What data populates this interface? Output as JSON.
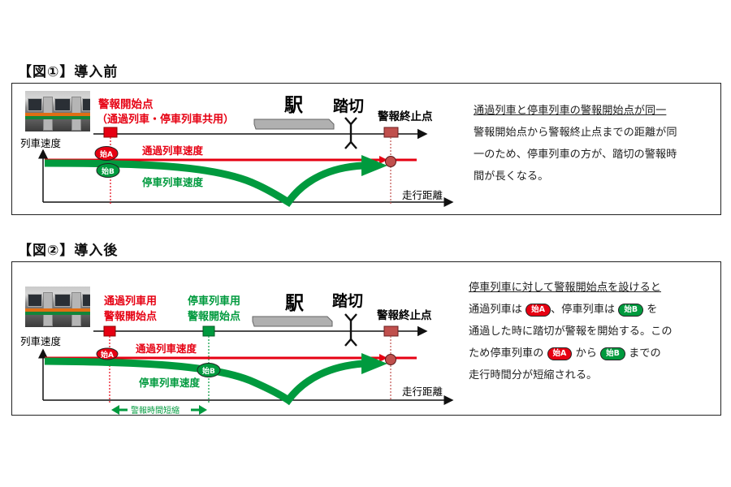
{
  "fig1": {
    "title": "【図①】導入前",
    "station": "駅",
    "crossing": "踏切",
    "alarm_start_line1": "警報開始点",
    "alarm_start_line2": "（通過列車・停車列車共用）",
    "alarm_end": "警報終止点",
    "y_axis": "列車速度",
    "x_axis": "走行距離",
    "badge_a": "始A",
    "badge_b": "始B",
    "pass_speed": "通過列車速度",
    "stop_speed": "停車列車速度",
    "desc_lines": [
      "通過列車と停車列車の警報開始点が同一",
      "警報開始点から警報終止点までの距離が同",
      "一のため、停車列車の方が、踏切の警報時",
      "間が長くなる。"
    ]
  },
  "fig2": {
    "title": "【図②】導入後",
    "station": "駅",
    "crossing": "踏切",
    "pass_alarm_line1": "通過列車用",
    "pass_alarm_line2": "警報開始点",
    "stop_alarm_line1": "停車列車用",
    "stop_alarm_line2": "警報開始点",
    "alarm_end": "警報終止点",
    "y_axis": "列車速度",
    "x_axis": "走行距離",
    "badge_a": "始A",
    "badge_b": "始B",
    "pass_speed": "通過列車速度",
    "stop_speed": "停車列車速度",
    "shortened": "警報時間短縮",
    "desc": {
      "line1": "停車列車に対して警報開始点を設けると",
      "line2_a": "通過列車は",
      "line2_b": "、停車列車は",
      "line2_c": "を",
      "line3": "通過した時に踏切が警報を開始する。この",
      "line4_a": "ため停車列車の",
      "line4_b": "から",
      "line4_c": "までの",
      "line5": "走行時間分が短縮される。",
      "pill_a": "始A",
      "pill_b": "始B"
    }
  },
  "colors": {
    "red": "#e60012",
    "green": "#009a3e",
    "marker": "#c0504d",
    "rail_gray": "#b0b0b0"
  }
}
